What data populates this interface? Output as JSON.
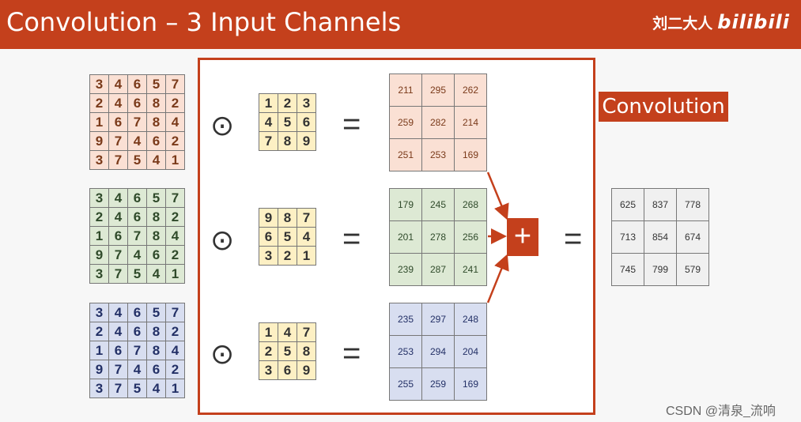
{
  "header": {
    "title": "Convolution – 3 Input Channels",
    "logo_cn": "刘二大人",
    "logo_bili": "bilibili"
  },
  "label": "Convolution",
  "watermark": "CSDN @清泉_流响",
  "operators": {
    "hadamard": "⊙",
    "equals": "=",
    "plus": "+"
  },
  "colors": {
    "accent": "#c4401c",
    "red_fill": "#fae0d4",
    "green_fill": "#dde9d4",
    "blue_fill": "#d8def0",
    "kernel_fill": "#fdf0c4"
  },
  "inputs": [
    [
      [
        3,
        4,
        6,
        5,
        7
      ],
      [
        2,
        4,
        6,
        8,
        2
      ],
      [
        1,
        6,
        7,
        8,
        4
      ],
      [
        9,
        7,
        4,
        6,
        2
      ],
      [
        3,
        7,
        5,
        4,
        1
      ]
    ],
    [
      [
        3,
        4,
        6,
        5,
        7
      ],
      [
        2,
        4,
        6,
        8,
        2
      ],
      [
        1,
        6,
        7,
        8,
        4
      ],
      [
        9,
        7,
        4,
        6,
        2
      ],
      [
        3,
        7,
        5,
        4,
        1
      ]
    ],
    [
      [
        3,
        4,
        6,
        5,
        7
      ],
      [
        2,
        4,
        6,
        8,
        2
      ],
      [
        1,
        6,
        7,
        8,
        4
      ],
      [
        9,
        7,
        4,
        6,
        2
      ],
      [
        3,
        7,
        5,
        4,
        1
      ]
    ]
  ],
  "kernels": [
    [
      [
        1,
        2,
        3
      ],
      [
        4,
        5,
        6
      ],
      [
        7,
        8,
        9
      ]
    ],
    [
      [
        9,
        8,
        7
      ],
      [
        6,
        5,
        4
      ],
      [
        3,
        2,
        1
      ]
    ],
    [
      [
        1,
        4,
        7
      ],
      [
        2,
        5,
        8
      ],
      [
        3,
        6,
        9
      ]
    ]
  ],
  "outputs": [
    [
      [
        211,
        295,
        262
      ],
      [
        259,
        282,
        214
      ],
      [
        251,
        253,
        169
      ]
    ],
    [
      [
        179,
        245,
        268
      ],
      [
        201,
        278,
        256
      ],
      [
        239,
        287,
        241
      ]
    ],
    [
      [
        235,
        297,
        248
      ],
      [
        253,
        294,
        204
      ],
      [
        255,
        259,
        169
      ]
    ]
  ],
  "result": [
    [
      625,
      837,
      778
    ],
    [
      713,
      854,
      674
    ],
    [
      745,
      799,
      579
    ]
  ]
}
